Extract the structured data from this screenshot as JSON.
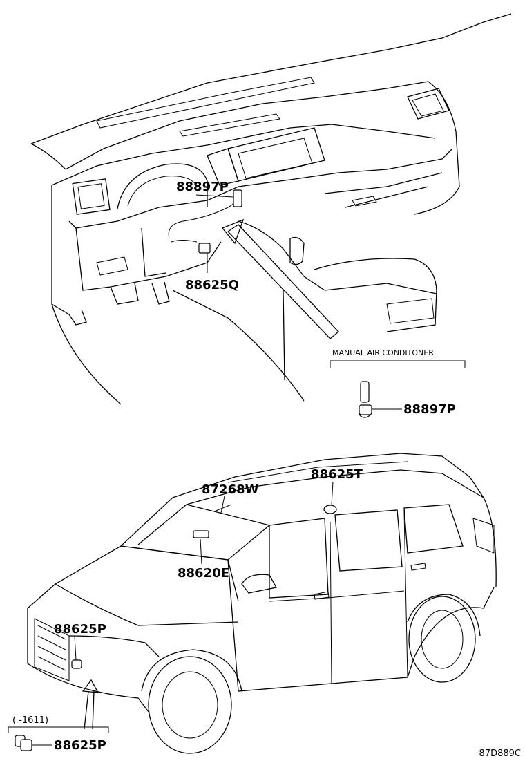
{
  "dashboard": {
    "callouts": [
      "88897P",
      "88625Q"
    ]
  },
  "variant": {
    "caption": "MANUAL AIR CONDITONER",
    "part": "88897P"
  },
  "vehicle": {
    "callouts": [
      "87268W",
      "88625T",
      "88620E",
      "88625P"
    ]
  },
  "date_range": {
    "text": "(    -1611)",
    "part": "88625P"
  },
  "figure_code": "87D889C"
}
